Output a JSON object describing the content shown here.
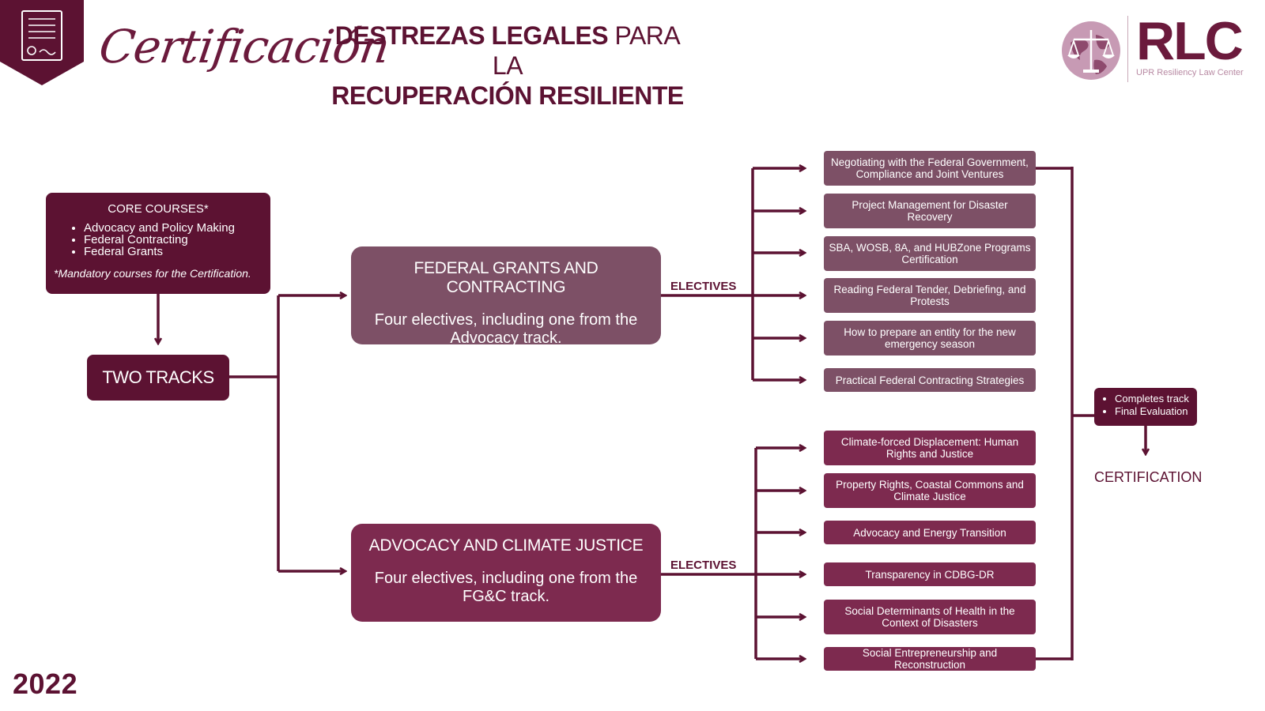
{
  "header": {
    "script_title": "Certificación",
    "title_line1_bold": "DESTREZAS LEGALES",
    "title_line1_rest": " PARA LA",
    "title_line2": "RECUPERACIÓN RESILIENTE",
    "logo_text": "RLC",
    "logo_subtitle": "UPR Resiliency Law Center"
  },
  "core": {
    "title": "CORE COURSES*",
    "items": [
      "Advocacy and Policy Making",
      "Federal Contracting",
      "Federal Grants"
    ],
    "note": "*Mandatory courses for the Certification."
  },
  "two_tracks": "TWO TRACKS",
  "tracks": [
    {
      "title": "FEDERAL GRANTS AND CONTRACTING",
      "description": "Four electives, including one from the Advocacy track.",
      "electives_label": "ELECTIVES",
      "electives": [
        "Negotiating with the Federal Government, Compliance and Joint Ventures",
        "Project Management for Disaster Recovery",
        "SBA, WOSB, 8A, and HUBZone Programs Certification",
        "Reading Federal Tender, Debriefing, and Protests",
        "How to prepare an entity for the new emergency season",
        "Practical Federal Contracting Strategies"
      ]
    },
    {
      "title": "ADVOCACY AND CLIMATE JUSTICE",
      "description": "Four electives, including one from the FG&C track.",
      "electives_label": "ELECTIVES",
      "electives": [
        "Climate-forced Displacement: Human Rights and Justice",
        "Property Rights, Coastal Commons and Climate Justice",
        "Advocacy and Energy Transition",
        "Transparency in CDBG-DR",
        "Social Determinants of Health in the Context of Disasters",
        "Social Entrepreneurship and Reconstruction"
      ]
    }
  ],
  "final": {
    "items": [
      "Completes track",
      "Final Evaluation"
    ],
    "result": "CERTIFICATION"
  },
  "year": "2022",
  "colors": {
    "dark": "#5c1232",
    "mid": "#7d2a4f",
    "mauve": "#7d5066"
  },
  "icons": [
    "document-certificate-icon",
    "globe-scales-icon"
  ]
}
